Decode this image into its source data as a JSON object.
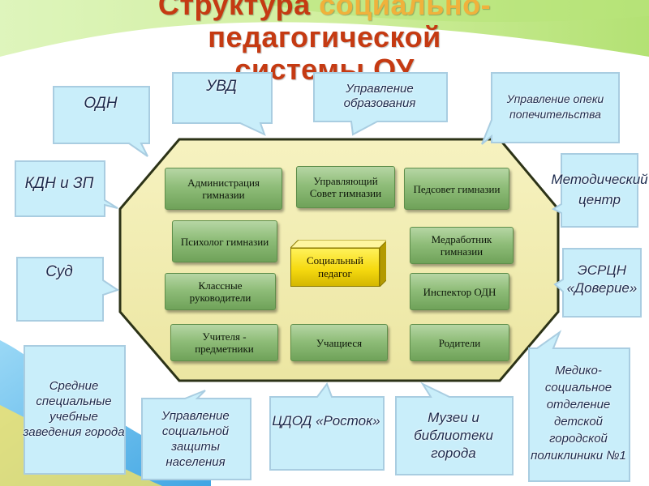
{
  "title": {
    "line1_part1": "Структура ",
    "line1_part2": "социально-",
    "line2": "педагогической",
    "line3": "системы ОУ"
  },
  "colors": {
    "title": "#c53a12",
    "title_highlight": "#f0b23c",
    "octagon_fill": "#f3efb1",
    "octagon_border": "#2c3317",
    "inner_box": "#8fbd79",
    "center_box": "#f6da10",
    "callout_fill": "#c9eefa",
    "callout_border": "#a9cde1",
    "callout_text": "#1b2a4d"
  },
  "inner_boxes": {
    "administration": "Администрация гимназии",
    "governing_council": "Управляющий Совет гимназии",
    "teachers_council": "Педсовет гимназии",
    "psychologist": "Психолог гимназии",
    "medical_worker": "Медработник гимназии",
    "class_teachers": "Классные руководители",
    "odn_inspector": "Инспектор ОДН",
    "subject_teachers": "Учителя - предметники",
    "students": "Учащиеся",
    "parents": "Родители",
    "center": "Социальный педагог"
  },
  "callouts": {
    "odn": "ОДН",
    "uvd": "УВД",
    "education_department": "Управление образования",
    "guardianship": "Управление опеки попечительства",
    "kdn": "КДН и ЗП",
    "methodical_center": "Методический центр",
    "court": "Суд",
    "ezrcn": "ЭСРЦН «Доверие»",
    "secondary_schools": "Средние специальные учебные заведения города",
    "social_protection": "Управление социальной защиты населения",
    "cdod": "ЦДОД «Росток»",
    "museums": "Музеи и библиотеки города",
    "medical_department": "Медико-социальное отделение детской городской поликлиники №1"
  }
}
